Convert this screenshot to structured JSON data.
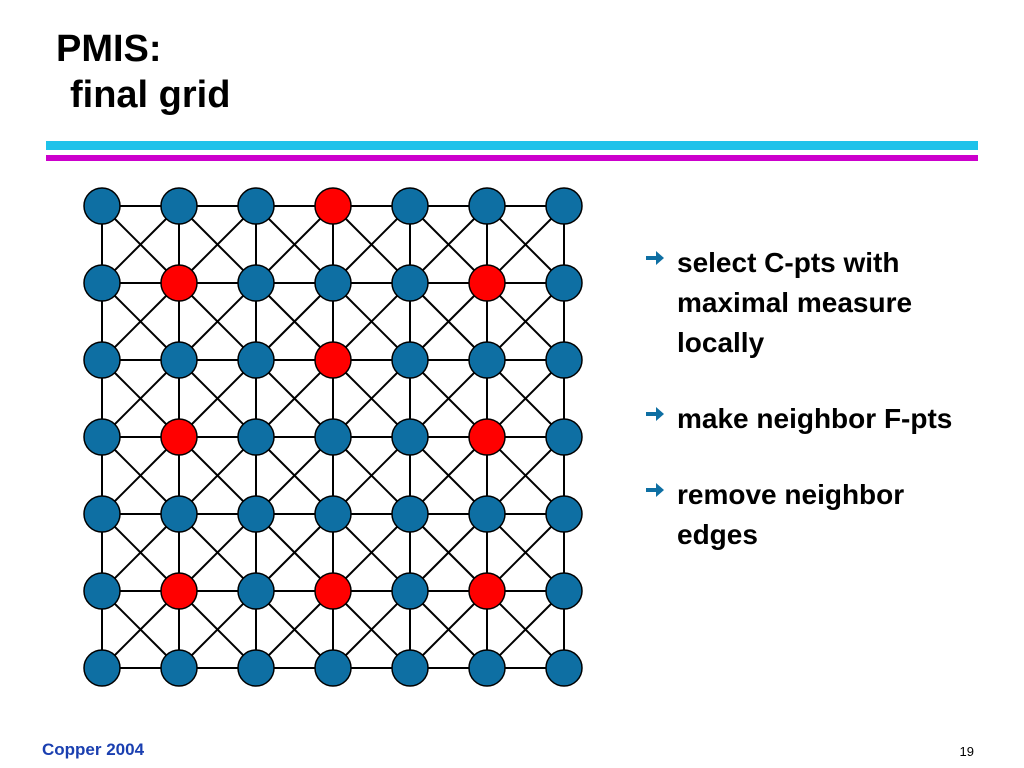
{
  "slide": {
    "title_line1": "PMIS:",
    "title_line2": "final grid",
    "footer_left": "Copper 2004",
    "page_number": "19"
  },
  "bullets": [
    {
      "text": "select C-pts with maximal measure locally"
    },
    {
      "text": "make neighbor F-pts"
    },
    {
      "text": "remove neighbor edges"
    }
  ],
  "colors": {
    "accent_cyan": "#1fc2ea",
    "accent_magenta": "#cc00cc",
    "node_f": "#0e6fa3",
    "node_c": "#ff0000",
    "edge": "#000000",
    "bullet_arrow": "#0e6fa3",
    "footer_text": "#1a3fb0"
  },
  "grid": {
    "rows": 7,
    "cols": 7,
    "c_points": [
      [
        0,
        3
      ],
      [
        1,
        1
      ],
      [
        1,
        5
      ],
      [
        2,
        3
      ],
      [
        3,
        1
      ],
      [
        3,
        5
      ],
      [
        5,
        1
      ],
      [
        5,
        3
      ],
      [
        5,
        5
      ]
    ]
  },
  "icons": {
    "bullet": "arrow-right-icon"
  }
}
